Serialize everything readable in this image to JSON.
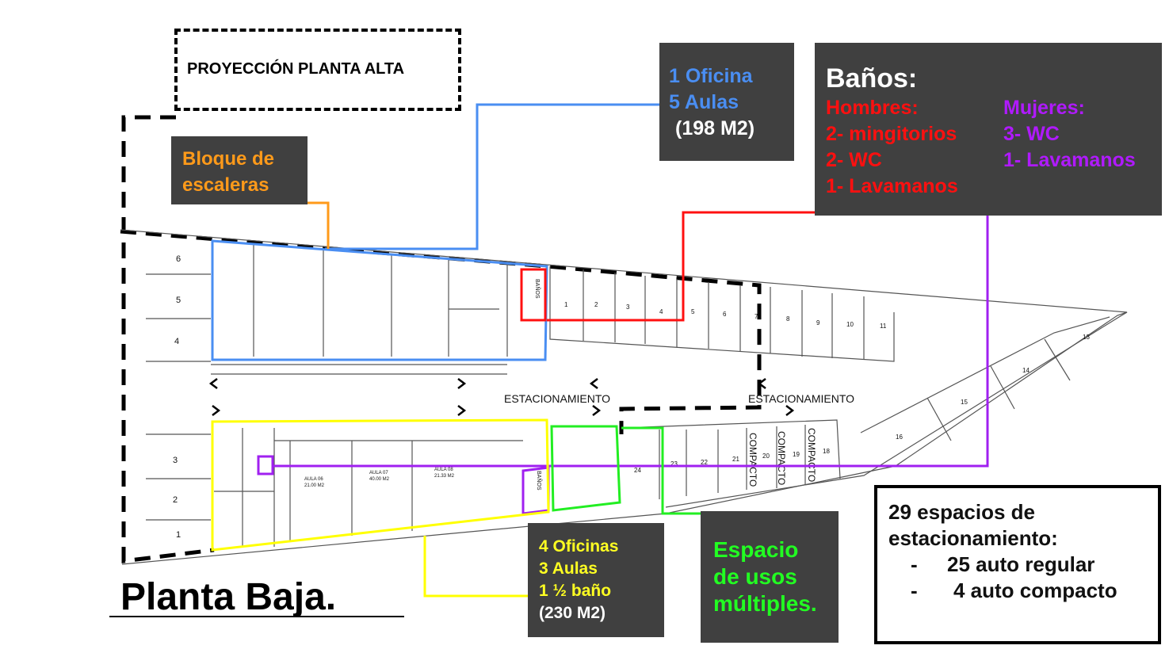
{
  "upper_floor_projection": "PROYECCIÓN PLANTA ALTA",
  "upper_rooms": {
    "line1": "1 Oficina",
    "line2": "5 Aulas",
    "area": "(198 M2)"
  },
  "stairs_block": {
    "line1": "Bloque de",
    "line2": "escaleras"
  },
  "restrooms": {
    "title": "Baños:",
    "men": {
      "heading": "Hombres:",
      "items": [
        "2- mingitorios",
        "2- WC",
        "1- Lavamanos"
      ]
    },
    "women": {
      "heading": "Mujeres:",
      "items": [
        "3- WC",
        "1- Lavamanos"
      ]
    }
  },
  "ground_rooms": {
    "line1": "4 Oficinas",
    "line2": "3 Aulas",
    "line3": "1 ½ baño",
    "area": "(230 M2)"
  },
  "multiuse": {
    "line1": "Espacio",
    "line2": "de usos",
    "line3": "múltiples."
  },
  "parking_summary": {
    "line1": "29 espacios de",
    "line2": "estacionamiento:",
    "items": [
      "25 auto regular",
      "4 auto compacto"
    ],
    "bullet": "-"
  },
  "floor_title": "Planta Baja.",
  "plan_labels": {
    "parking_left": "ESTACIONAMIENTO",
    "parking_right": "ESTACIONAMIENTO",
    "compact": [
      "COMPACTO",
      "COMPACTO",
      "COMPACTO"
    ],
    "room_small": [
      "AULA 06",
      "AULA 07",
      "AULA 08"
    ],
    "room_area": [
      "21.00 M2",
      "40.00 M2",
      "21.33 M2"
    ],
    "bath_tag": "BAÑOS",
    "stall_top": [
      "1",
      "2",
      "3",
      "4",
      "5",
      "6",
      "7",
      "8",
      "9",
      "10",
      "11"
    ],
    "stall_diag": [
      "13",
      "14",
      "15",
      "16"
    ],
    "stall_bottom": [
      "24",
      "23",
      "22",
      "21",
      "20",
      "19",
      "18"
    ],
    "stall_left_top": [
      "6",
      "5",
      "4"
    ],
    "stall_left_bottom": [
      "3",
      "2",
      "1"
    ]
  },
  "colors": {
    "blue": "#4a8ef2",
    "orange": "#ff9a1a",
    "red": "#ff1010",
    "purple": "#a020f0",
    "yellow": "#ffff00",
    "green": "#22ee22",
    "dark": "#404040"
  }
}
